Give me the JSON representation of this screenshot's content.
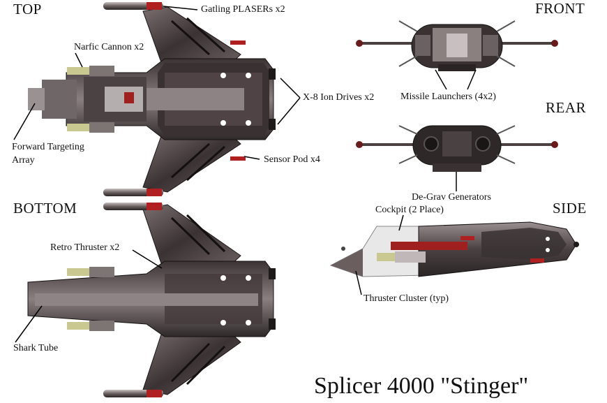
{
  "views": {
    "top": "TOP",
    "bottom": "BOTTOM",
    "front": "FRONT",
    "rear": "REAR",
    "side": "SIDE"
  },
  "labels": {
    "gatling": "Gatling PLASERs x2",
    "narfic": "Narfic Cannon x2",
    "ion_drives": "X-8 Ion Drives x2",
    "forward_targeting_line1": "Forward Targeting",
    "forward_targeting_line2": "Array",
    "sensor_pod": "Sensor Pod x4",
    "missile_launchers": "Missile Launchers (4x2)",
    "degrav": "De-Grav Generators",
    "cockpit": "Cockpit (2 Place)",
    "retro_thruster": "Retro Thruster x2",
    "shark_tube": "Shark Tube",
    "thruster_cluster": "Thruster Cluster (typ)"
  },
  "title": "Splicer 4000 \"Stinger\"",
  "colors": {
    "hull_dark": "#2a2526",
    "hull_mid": "#5e5355",
    "hull_light": "#a79c9d",
    "accent_red": "#b02020",
    "thruster_glow": "#c8c890"
  }
}
